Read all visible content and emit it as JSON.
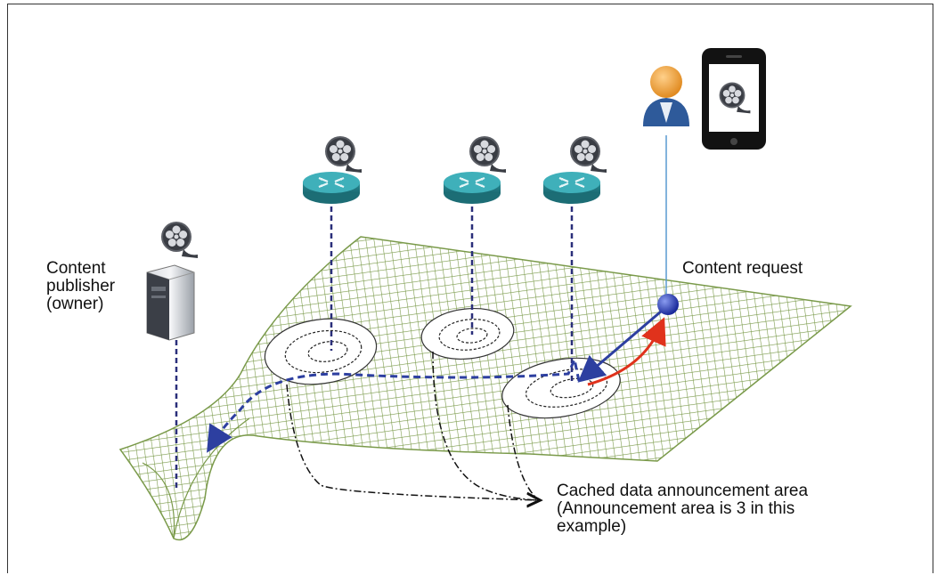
{
  "labels": {
    "publisher_line1": "Content",
    "publisher_line2": "publisher",
    "publisher_line3": "(owner)",
    "request": "Content request",
    "cached_line1": "Cached data announcement area",
    "cached_line2": "(Announcement area is 3 in this",
    "cached_line3": "example)"
  },
  "icons": {
    "film_reel": "film-reel-icon",
    "router": "router-icon",
    "server": "server-icon",
    "user": "user-icon",
    "phone": "smartphone-icon"
  },
  "colors": {
    "mesh": "#7a9a4a",
    "router_top": "#3aa0a8",
    "path_blue": "#2d3fa0",
    "path_red": "#e0321c",
    "request_line": "#5a9ad0"
  }
}
